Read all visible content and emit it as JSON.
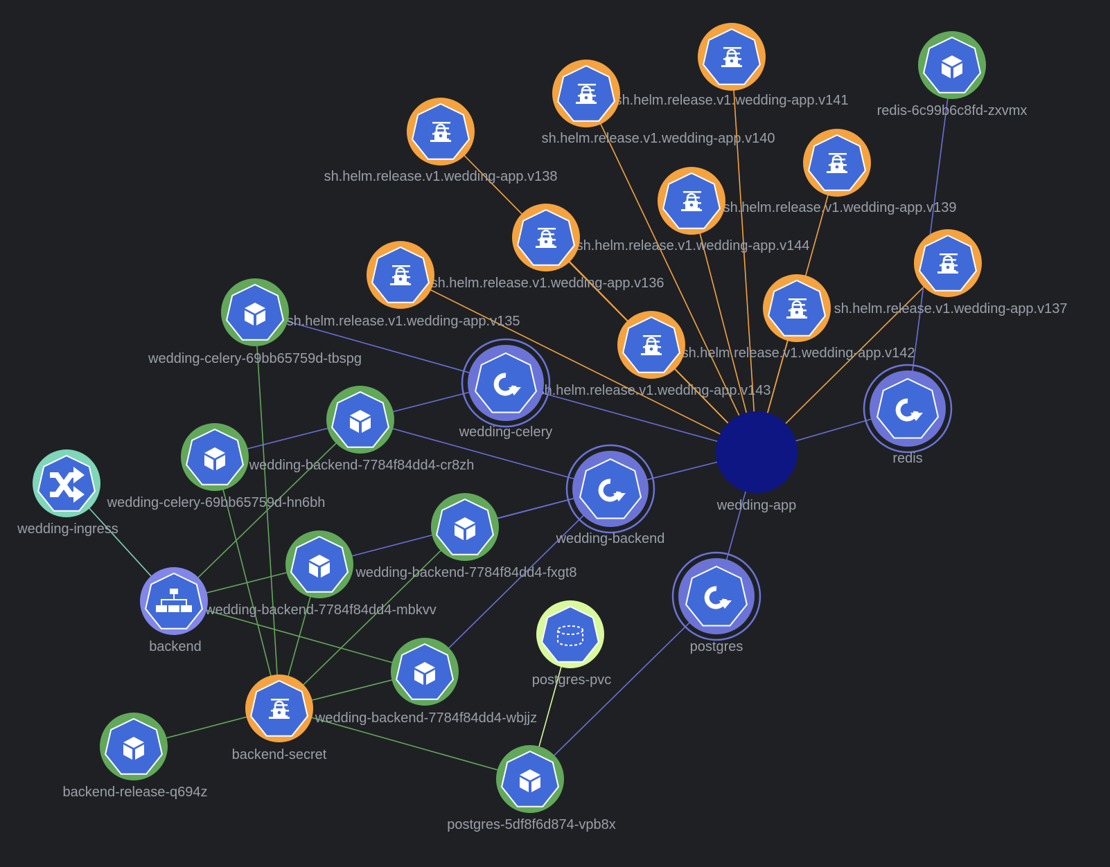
{
  "title": "wedding-app resource graph",
  "colors": {
    "background": "#1f2024",
    "secret": "#f4a340",
    "pod": "#62a85a",
    "deployment": "#6b74d6",
    "service": "#8186e8",
    "ingress": "#7fd6b9",
    "pvc": "#d9f99d",
    "release": "#0e1683",
    "inner": "#416ad9",
    "edge_owner": "#6b6fd6",
    "edge_secret": "#f4a340",
    "edge_mount": "#62a85a",
    "edge_ingress": "#7fd6b9",
    "label": "#9aa0a8"
  },
  "nodes": [
    {
      "id": "v141",
      "label": "sh.helm.release.v1.wedding-app.v141",
      "kind": "secret",
      "icon": "secret-icon"
    },
    {
      "id": "v140",
      "label": "sh.helm.release.v1.wedding-app.v140",
      "kind": "secret",
      "icon": "secret-icon"
    },
    {
      "id": "v138",
      "label": "sh.helm.release.v1.wedding-app.v138",
      "kind": "secret",
      "icon": "secret-icon"
    },
    {
      "id": "v139",
      "label": "sh.helm.release.v1.wedding-app.v139",
      "kind": "secret",
      "icon": "secret-icon"
    },
    {
      "id": "v144",
      "label": "sh.helm.release.v1.wedding-app.v144",
      "kind": "secret",
      "icon": "secret-icon"
    },
    {
      "id": "v137",
      "label": "sh.helm.release.v1.wedding-app.v137",
      "kind": "secret",
      "icon": "secret-icon"
    },
    {
      "id": "v136",
      "label": "sh.helm.release.v1.wedding-app.v136",
      "kind": "secret",
      "icon": "secret-icon"
    },
    {
      "id": "v135",
      "label": "sh.helm.release.v1.wedding-app.v135",
      "kind": "secret",
      "icon": "secret-icon"
    },
    {
      "id": "v142",
      "label": "sh.helm.release.v1.wedding-app.v142",
      "kind": "secret",
      "icon": "secret-icon"
    },
    {
      "id": "v143",
      "label": "sh.helm.release.v1.wedding-app.v143",
      "kind": "secret",
      "icon": "secret-icon"
    },
    {
      "id": "redispod",
      "label": "redis-6c99b6c8fd-zxvmx",
      "kind": "pod",
      "icon": "cube-icon"
    },
    {
      "id": "tbspg",
      "label": "wedding-celery-69bb65759d-tbspg",
      "kind": "pod",
      "icon": "cube-icon"
    },
    {
      "id": "celery",
      "label": "wedding-celery",
      "kind": "deployment",
      "icon": "cycle-icon"
    },
    {
      "id": "app",
      "label": "wedding-app",
      "kind": "release",
      "icon": ""
    },
    {
      "id": "redis",
      "label": "redis",
      "kind": "deployment",
      "icon": "cycle-icon"
    },
    {
      "id": "cr8zh",
      "label": "wedding-backend-7784f84dd4-cr8zh",
      "kind": "pod",
      "icon": "cube-icon"
    },
    {
      "id": "hn6bh",
      "label": "wedding-celery-69bb65759d-hn6bh",
      "kind": "pod",
      "icon": "cube-icon"
    },
    {
      "id": "ingress",
      "label": "wedding-ingress",
      "kind": "ingress",
      "icon": "shuffle-icon"
    },
    {
      "id": "wbackend",
      "label": "wedding-backend",
      "kind": "deployment",
      "icon": "cycle-icon"
    },
    {
      "id": "fxgt8",
      "label": "wedding-backend-7784f84dd4-fxgt8",
      "kind": "pod",
      "icon": "cube-icon"
    },
    {
      "id": "mbkvv",
      "label": "wedding-backend-7784f84dd4-mbkvv",
      "kind": "pod",
      "icon": "cube-icon"
    },
    {
      "id": "backend",
      "label": "backend",
      "kind": "service",
      "icon": "sitemap-icon"
    },
    {
      "id": "postgres",
      "label": "postgres",
      "kind": "deployment",
      "icon": "cycle-icon"
    },
    {
      "id": "pvc",
      "label": "postgres-pvc",
      "kind": "pvc",
      "icon": "cylinder-icon"
    },
    {
      "id": "wbjjz",
      "label": "wedding-backend-7784f84dd4-wbjjz",
      "kind": "pod",
      "icon": "cube-icon"
    },
    {
      "id": "bsecret",
      "label": "backend-secret",
      "kind": "secret",
      "icon": "secret-icon"
    },
    {
      "id": "q694z",
      "label": "backend-release-q694z",
      "kind": "pod",
      "icon": "cube-icon"
    },
    {
      "id": "vpb8x",
      "label": "postgres-5df8f6d874-vpb8x",
      "kind": "pod",
      "icon": "cube-icon"
    }
  ],
  "edges": [
    [
      "v141",
      "app",
      "secret"
    ],
    [
      "v140",
      "app",
      "secret"
    ],
    [
      "v138",
      "app",
      "secret"
    ],
    [
      "v139",
      "app",
      "secret"
    ],
    [
      "v144",
      "app",
      "secret"
    ],
    [
      "v137",
      "app",
      "secret"
    ],
    [
      "v136",
      "app",
      "secret"
    ],
    [
      "v135",
      "app",
      "secret"
    ],
    [
      "v142",
      "app",
      "secret"
    ],
    [
      "v143",
      "app",
      "secret"
    ],
    [
      "redispod",
      "redis",
      "owner"
    ],
    [
      "redis",
      "app",
      "owner"
    ],
    [
      "tbspg",
      "celery",
      "owner"
    ],
    [
      "hn6bh",
      "celery",
      "owner"
    ],
    [
      "cr8zh",
      "wbackend",
      "owner"
    ],
    [
      "celery",
      "app",
      "owner"
    ],
    [
      "wbackend",
      "app",
      "owner"
    ],
    [
      "fxgt8",
      "wbackend",
      "owner"
    ],
    [
      "mbkvv",
      "wbackend",
      "owner"
    ],
    [
      "wbjjz",
      "wbackend",
      "owner"
    ],
    [
      "postgres",
      "app",
      "owner"
    ],
    [
      "vpb8x",
      "postgres",
      "owner"
    ],
    [
      "bsecret",
      "tbspg",
      "mount"
    ],
    [
      "bsecret",
      "hn6bh",
      "mount"
    ],
    [
      "bsecret",
      "mbkvv",
      "mount"
    ],
    [
      "bsecret",
      "fxgt8",
      "mount"
    ],
    [
      "bsecret",
      "wbjjz",
      "mount"
    ],
    [
      "bsecret",
      "q694z",
      "mount"
    ],
    [
      "bsecret",
      "vpb8x",
      "mount"
    ],
    [
      "backend",
      "cr8zh",
      "mount"
    ],
    [
      "backend",
      "mbkvv",
      "mount"
    ],
    [
      "backend",
      "wbjjz",
      "mount"
    ],
    [
      "ingress",
      "backend",
      "ingress"
    ],
    [
      "pvc",
      "vpb8x",
      "pvc"
    ]
  ]
}
